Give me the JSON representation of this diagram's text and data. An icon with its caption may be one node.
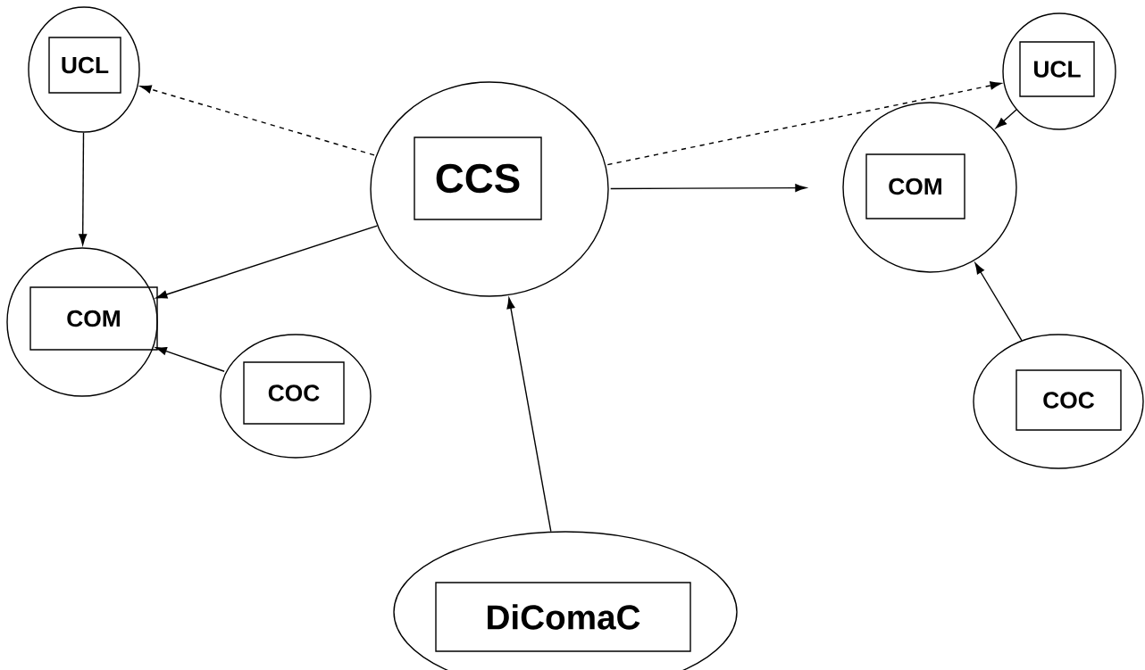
{
  "diagram": {
    "nodes": [
      {
        "text": [],
        "shape": "circle"
      },
      {
        "text": [
          "UCL"
        ],
        "in": 0
      },
      {
        "text": [],
        "shape": "circle"
      },
      {
        "text": [
          "UCL"
        ],
        "in": 2
      },
      {
        "text": [],
        "shape": "circle"
      },
      {
        "text": [
          "CCS"
        ],
        "in": 4
      },
      {
        "text": [],
        "shape": "circle"
      },
      {
        "text": [
          "COM"
        ],
        "in": 6
      },
      {
        "text": [],
        "shape": "circle"
      },
      {
        "text": [
          "COM"
        ],
        "in": 8
      },
      {
        "text": [],
        "shape": "circle"
      },
      {
        "text": [
          "COC"
        ],
        "in": 10
      },
      {
        "text": [],
        "shape": "circle"
      },
      {
        "text": [
          "COC"
        ],
        "in": 12
      },
      {
        "text": [],
        "shape": "circle"
      },
      {
        "text": [
          "DiComaC"
        ],
        "in": 14
      }
    ],
    "edges": [
      {
        "from": 4,
        "to": 0,
        "arrow": "to",
        "style": "dashed"
      },
      {
        "from": 4,
        "to": 2,
        "arrow": "to",
        "style": "dashed"
      },
      {
        "from": 0,
        "to": 6,
        "arrow": "to"
      },
      {
        "from": 4,
        "to": 6,
        "arrow": "to"
      },
      {
        "from": 4,
        "to": 8,
        "arrow": "to"
      },
      {
        "from": 2,
        "to": 8,
        "arrow": "to"
      },
      {
        "from": 10,
        "to": 6,
        "arrow": "to"
      },
      {
        "from": 12,
        "to": 8,
        "arrow": "to"
      },
      {
        "from": 14,
        "to": 4,
        "arrow": "to"
      }
    ]
  }
}
